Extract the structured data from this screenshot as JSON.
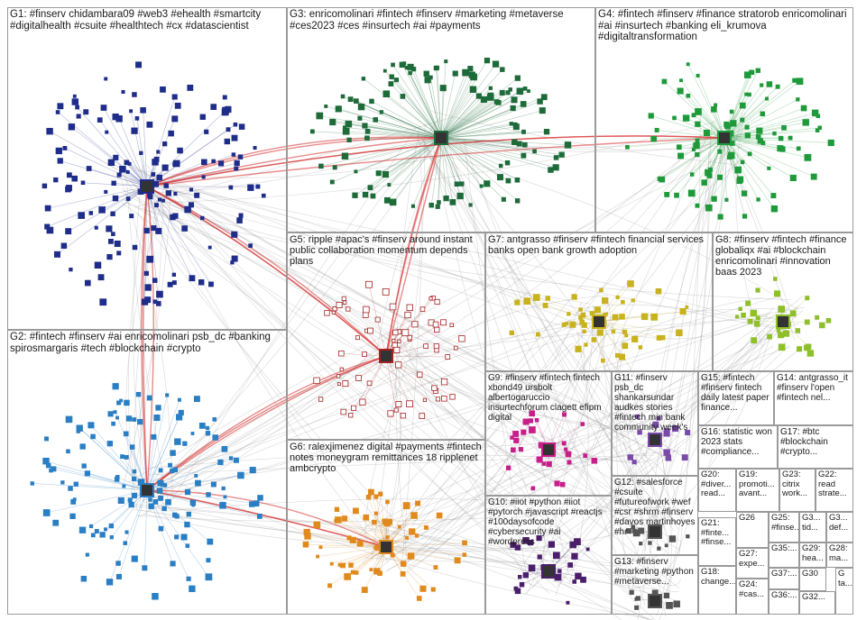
{
  "colors": {
    "edge": "#8a8a8a",
    "edge_highlight": "#d62a2a",
    "box_border": "#9a9a9a",
    "G1": "#1f2d8a",
    "G2": "#2a7fc4",
    "G3": "#1e6b3a",
    "G4": "#1f9a3a",
    "G5": "#a32222",
    "G6": "#e08a1e",
    "G7": "#c8b21e",
    "G8": "#8fbf2a",
    "G9": "#c81e8a",
    "G10": "#4a1e6b",
    "G11": "#7a4aa8"
  },
  "groups": [
    {
      "id": "G1",
      "label": "G1: #finserv chidambara09 #web3 #ehealth #smartcity #digitalhealth #csuite #healthtech #cx #datascientist"
    },
    {
      "id": "G2",
      "label": "G2: #fintech #finserv #ai enricomolinari psb_dc #banking spirosmargaris #tech #blockchain #crypto"
    },
    {
      "id": "G3",
      "label": "G3: enricomolinari #fintech #finserv #marketing #metaverse #ces2023 #ces #insurtech #ai #payments"
    },
    {
      "id": "G4",
      "label": "G4: #fintech #finserv #finance stratorob enricomolinari #ai #insurtech #banking eli_krumova #digitaltransformation"
    },
    {
      "id": "G5",
      "label": "G5: ripple #apac's #finserv around instant public collaboration momentum depends plans"
    },
    {
      "id": "G6",
      "label": "G6: ralexjimenez digital #payments #fintech notes moneygram remittances 18 ripplenet ambcrypto"
    },
    {
      "id": "G7",
      "label": "G7: antgrasso #finserv #fintech financial services banks open bank growth adoption"
    },
    {
      "id": "G8",
      "label": "G8: #finserv #fintech #finance globaliqx #ai #blockchain enricomolinari #innovation baas 2023"
    },
    {
      "id": "G9",
      "label": "G9: #finserv #fintech fintech xbond49 ursbolt albertogaruccio insurtechforum clagett efipm digital"
    },
    {
      "id": "G10",
      "label": "G10: #iiot #python #iiot #pytorch #javascript #reactjs #100daysofcode #cybersecurity #ai #wordpress"
    },
    {
      "id": "G11",
      "label": "G11: #finserv psb_dc shankarsundar audkes stories #fintech min bank community week's"
    },
    {
      "id": "G12",
      "label": "G12: #salesforce #csuite #futureofwork #wef #csr #shrm #finserv #davos martinhoyes #hr"
    },
    {
      "id": "G13",
      "label": "G13: #finserv #marketing #python #metaverse..."
    },
    {
      "id": "G14",
      "label": "G14: antgrasso_it #finserv l'open #fintech nel..."
    },
    {
      "id": "G15",
      "label": "G15: #fintech #finserv fintech daily latest paper finance..."
    },
    {
      "id": "G16",
      "label": "G16: statistic won 2023 stats #compliance..."
    },
    {
      "id": "G17",
      "label": "G17: #btc #blockchain #crypto..."
    },
    {
      "id": "G18",
      "label": "G18: change..."
    },
    {
      "id": "G19",
      "label": "G19: promoti... avant..."
    },
    {
      "id": "G20",
      "label": "G20: #diver... read..."
    },
    {
      "id": "G21",
      "label": "G21: #finte... #finse..."
    },
    {
      "id": "G22",
      "label": "G22: read strate..."
    },
    {
      "id": "G23",
      "label": "G23: citrix work..."
    },
    {
      "id": "G24",
      "label": "G24: #cas..."
    },
    {
      "id": "G25",
      "label": "G25: #finse..."
    },
    {
      "id": "G26",
      "label": "G26"
    },
    {
      "id": "G27",
      "label": "G27: expe..."
    },
    {
      "id": "G28",
      "label": "G28: ma..."
    },
    {
      "id": "G29",
      "label": "G29: hea..."
    },
    {
      "id": "G30",
      "label": "G30"
    },
    {
      "id": "G31",
      "label": "G3... tid..."
    },
    {
      "id": "G32",
      "label": "G3... def..."
    },
    {
      "id": "G33",
      "label": "G32..."
    },
    {
      "id": "G35",
      "label": "G35:..."
    },
    {
      "id": "G36",
      "label": "G36:..."
    },
    {
      "id": "G37",
      "label": "G37:..."
    },
    {
      "id": "G34",
      "label": "G ta..."
    }
  ]
}
